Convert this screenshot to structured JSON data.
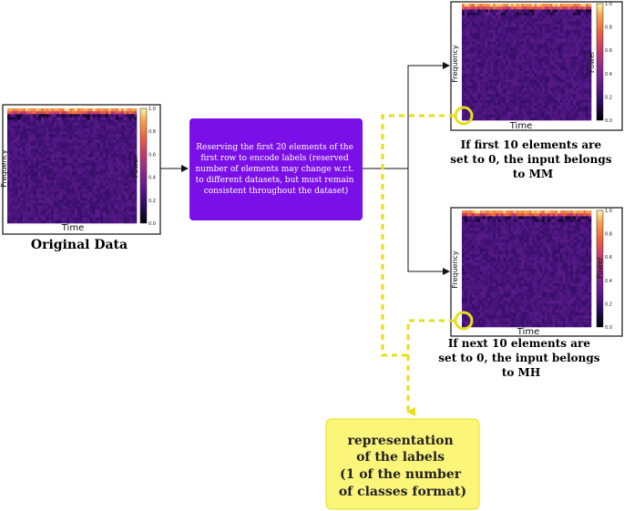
{
  "spectrograms": {
    "original": {
      "x_label": "Time",
      "y_label": "Frequency",
      "colorbar_label": "Power",
      "colorbar_ticks": [
        "1.0",
        "0.8",
        "0.6",
        "0.4",
        "0.2",
        "0.0"
      ],
      "caption": "Original Data"
    },
    "mm": {
      "x_label": "Time",
      "y_label": "Frequency",
      "colorbar_label": "Power",
      "colorbar_ticks": [
        "1.0",
        "0.8",
        "0.6",
        "0.4",
        "0.2",
        "0.0"
      ],
      "caption": [
        "If first 10 elements are",
        "set to 0, the input belongs",
        "to MM"
      ]
    },
    "mh": {
      "x_label": "Time",
      "y_label": "Frequency",
      "colorbar_label": "Power",
      "colorbar_ticks": [
        "1.0",
        "0.8",
        "0.6",
        "0.4",
        "0.2",
        "0.0"
      ],
      "caption": [
        "If next 10 elements are",
        "set to 0, the input belongs",
        "to MH"
      ]
    }
  },
  "process_box": {
    "lines": [
      "Reserving the first 20 elements of the",
      "first row to encode labels (reserved",
      "number of elements may change w.r.t.",
      "to different datasets, but must remain",
      "consistent throughout the dataset)"
    ],
    "color": "#7a0fe8"
  },
  "label_box": {
    "lines": [
      "representation",
      "of the labels",
      "(1 of the number",
      "of classes format)"
    ],
    "color": "#fbf57a"
  },
  "colors": {
    "highlight": "#e6df1a",
    "arrow": "#111111"
  }
}
